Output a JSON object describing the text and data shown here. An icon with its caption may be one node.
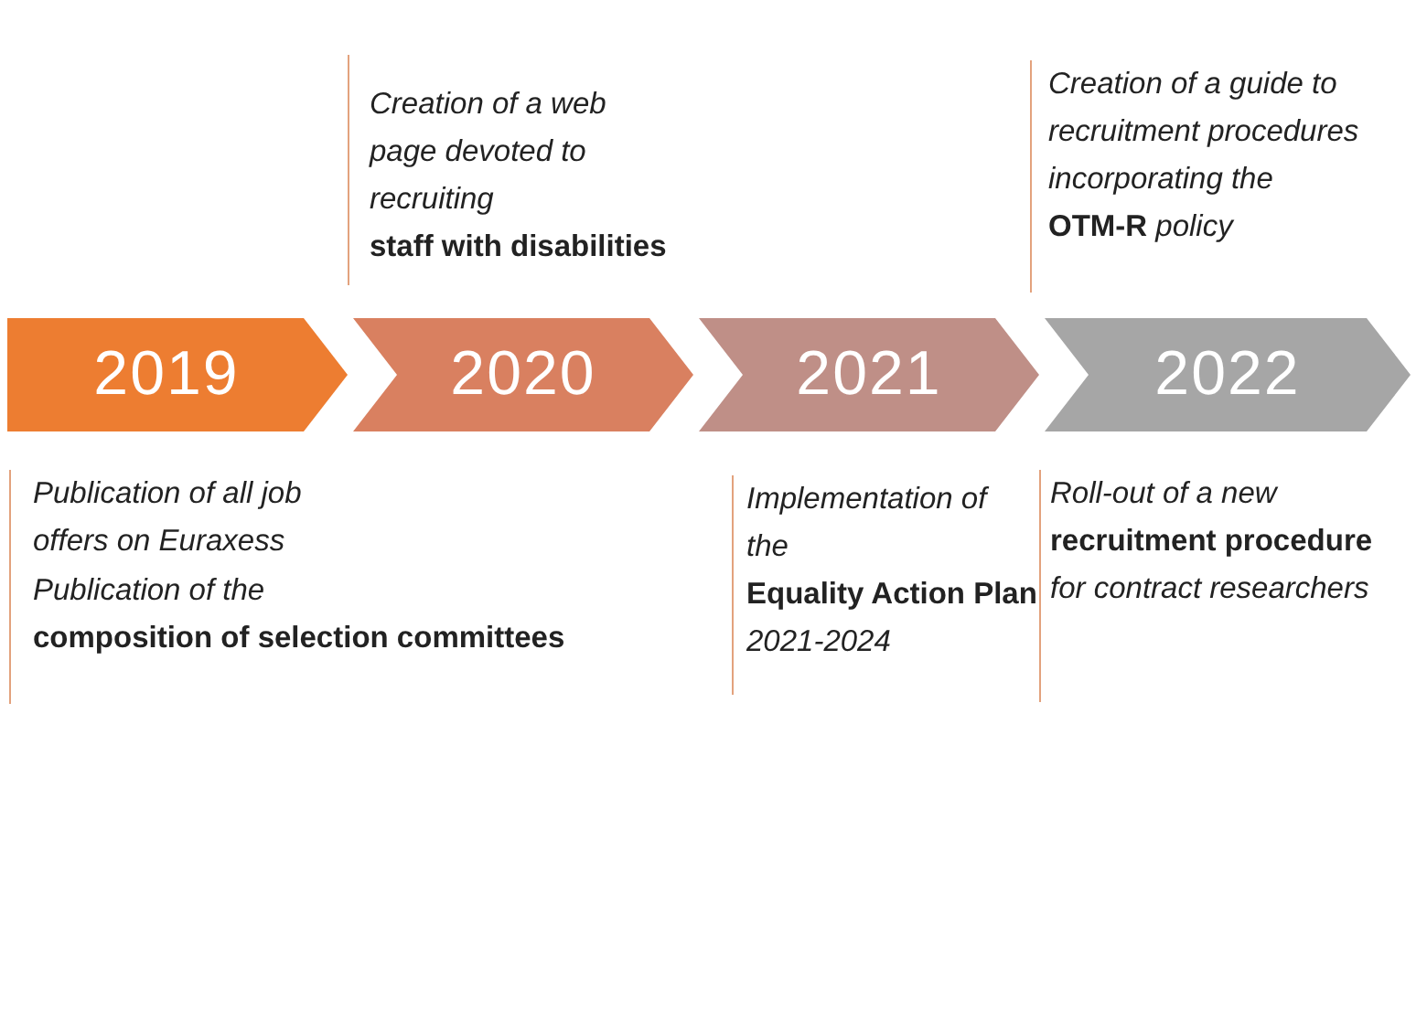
{
  "diagram": {
    "nodes": [
      {
        "text": [
          "2019"
        ],
        "beside": [
          "Publication of all job offers on Euraxess",
          "Publication of the **composition of selection committees**"
        ]
      },
      {
        "text": [
          "2020"
        ],
        "beside": [
          "Creation of a web page devoted to recruiting **staff with disabilities**"
        ]
      },
      {
        "text": [
          "2021"
        ],
        "beside": [
          "Implementation of the **Equality Action Plan** 2021-2024"
        ]
      },
      {
        "text": [
          "2022"
        ],
        "beside": [
          "Creation of a guide to recruitment procedures incorporating the **OTM-R** policy",
          "Roll-out of a new **recruitment procedure** for contract researchers"
        ]
      }
    ]
  }
}
